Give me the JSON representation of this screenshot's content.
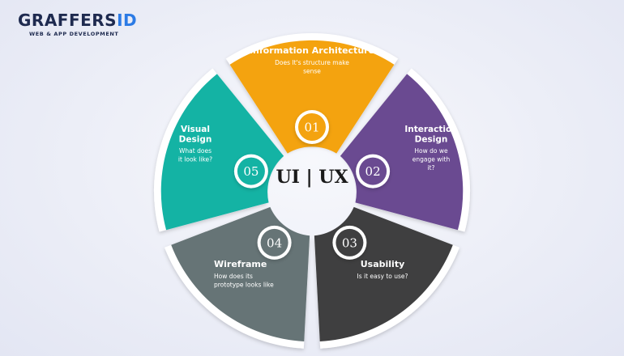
{
  "logo": {
    "brand_main": "GRAFFERS",
    "brand_accent": "ID",
    "tagline": "WEB & APP DEVELOPMENT"
  },
  "center": {
    "label": "UI | UX"
  },
  "segments": [
    {
      "number": "01",
      "title_lines": [
        "Information Architecture"
      ],
      "desc_lines": [
        "Does It's structure make",
        "sense"
      ],
      "color": "#f4a30f"
    },
    {
      "number": "02",
      "title_lines": [
        "Interaction",
        "Design"
      ],
      "desc_lines": [
        "How do we",
        "engage with",
        "it?"
      ],
      "color": "#6a4a91"
    },
    {
      "number": "03",
      "title_lines": [
        "Usability"
      ],
      "desc_lines": [
        "Is it easy to use?"
      ],
      "color": "#3f3f40"
    },
    {
      "number": "04",
      "title_lines": [
        "Wireframe"
      ],
      "desc_lines": [
        "How does its",
        "prototype looks like"
      ],
      "color": "#667476"
    },
    {
      "number": "05",
      "title_lines": [
        "Visual",
        "Design"
      ],
      "desc_lines": [
        "What does",
        "it look like?"
      ],
      "color": "#14b3a4"
    }
  ]
}
